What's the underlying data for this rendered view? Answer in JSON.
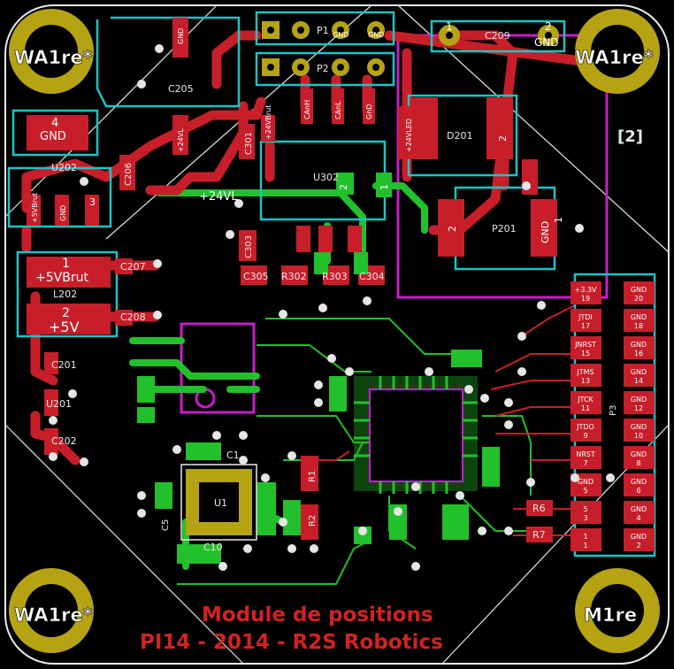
{
  "colors": {
    "background": "#000000",
    "outline": "#e8e8e8",
    "copper_top": "#c81e2a",
    "copper_bottom": "#22c02a",
    "pad_gold": "#b6a313",
    "silk_cyan": "#1cc4c4",
    "silk_magenta": "#c81ec8",
    "hole": "#e6e6e6",
    "title_text": "#d32222"
  },
  "board": {
    "title_line1": "Module de positions",
    "title_line2": "PI14 - 2014 - R2S Robotics",
    "sheet_marker": "[2]",
    "mounting_holes": [
      {
        "label": "WA1re*"
      },
      {
        "label": "WA1re*"
      },
      {
        "label": "WA1re*"
      },
      {
        "label": "M1re"
      }
    ],
    "net_24vl": "+24VL"
  },
  "components": {
    "c205": "C205",
    "c206": "C206",
    "c207": "C207",
    "c208": "C208",
    "c201": "C201",
    "c202": "C202",
    "c209": "C209",
    "c301": "C301",
    "c303": "C303",
    "c304": "C304",
    "c305": "C305",
    "r302": "R302",
    "r303": "R303",
    "u202": "U202",
    "u201": "U201",
    "u302": "U302",
    "u1": "U1",
    "l202": "L202",
    "d201": "D201",
    "p201": "P201",
    "p1": "P1",
    "p2": "P2",
    "p3": "P3",
    "r1": "R1",
    "r2": "R2",
    "r6": "R6",
    "r7": "R7",
    "c1": "C1",
    "c10": "C10",
    "c5": "C5"
  },
  "pads": {
    "gnd4_num": "4",
    "gnd4_label": "GND",
    "l202_1_num": "1",
    "l202_1_label": "+5VBrut",
    "l202_2_num": "2",
    "l202_2_label": "+5V",
    "c209_1": "1",
    "c209_2_num": "2",
    "c209_2_label": "GND",
    "d201_2": "2",
    "p201_2": "2",
    "p201_1_label": "GND",
    "p201_1_num": "1",
    "p1_gnd1": "GND",
    "p1_gnd2": "GND",
    "p2_canh": "CAnH",
    "p2_canl": "CAnL",
    "p2_gnd": "GnD",
    "p2_24v": "+24VBrut",
    "c205_gnd": "GND",
    "u202_24vl": "+24VL",
    "d201_24vled": "+24VLED",
    "u202_pin1": "+5VBrut",
    "u202_pin2": "GND",
    "u202_pin3": "3",
    "u302_pin2": "2",
    "u302_pin1": "1"
  },
  "connector_p3": {
    "left_pads": [
      "+3.3V",
      "JTDI",
      "JNRST",
      "JTMS",
      "JTCK",
      "JTDO",
      "NRST",
      "GND",
      "5",
      "1"
    ],
    "left_nums": [
      "19",
      "17",
      "15",
      "13",
      "11",
      "9",
      "7",
      "5",
      "3",
      "1"
    ],
    "right_pads": [
      "GND",
      "GND",
      "GND",
      "GND",
      "GND",
      "GND",
      "GND",
      "GND",
      "GND",
      "GND"
    ],
    "right_nums": [
      "20",
      "18",
      "16",
      "14",
      "12",
      "10",
      "8",
      "6",
      "4",
      "2"
    ]
  }
}
